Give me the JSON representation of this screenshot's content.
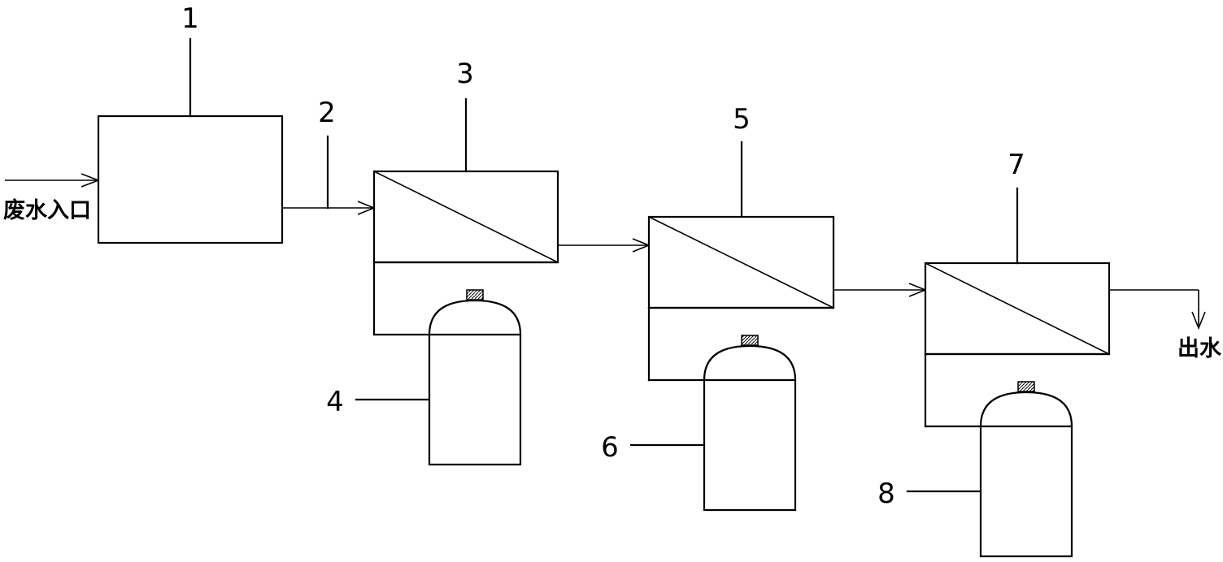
{
  "labels": {
    "inlet": "废水入口",
    "outlet": "出水",
    "n1": "1",
    "n2": "2",
    "n3": "3",
    "n4": "4",
    "n5": "5",
    "n6": "6",
    "n7": "7",
    "n8": "8"
  },
  "colors": {
    "stroke": "#000000",
    "background": "#ffffff"
  }
}
